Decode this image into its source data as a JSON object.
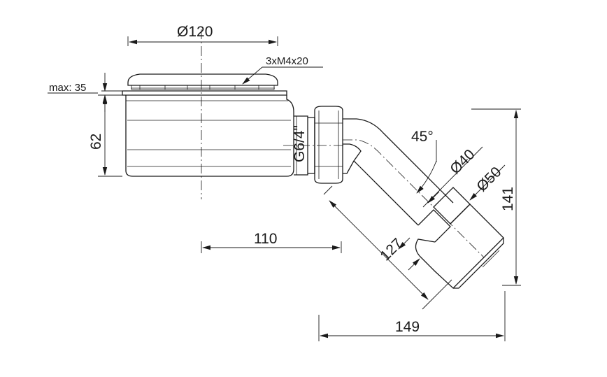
{
  "drawing": {
    "dimensions": {
      "diameter_top": "Ø120",
      "screws": "3xM4x20",
      "max_height": "max: 35",
      "body_height": "62",
      "thread": "G6/4\"",
      "angle": "45°",
      "outlet_inner": "Ø40",
      "outlet_outer": "Ø50",
      "outlet_offset": "110",
      "pipe_length": "127",
      "total_height": "141",
      "total_width": "149"
    },
    "colors": {
      "line": "#1a1a1a",
      "background": "#ffffff"
    }
  }
}
